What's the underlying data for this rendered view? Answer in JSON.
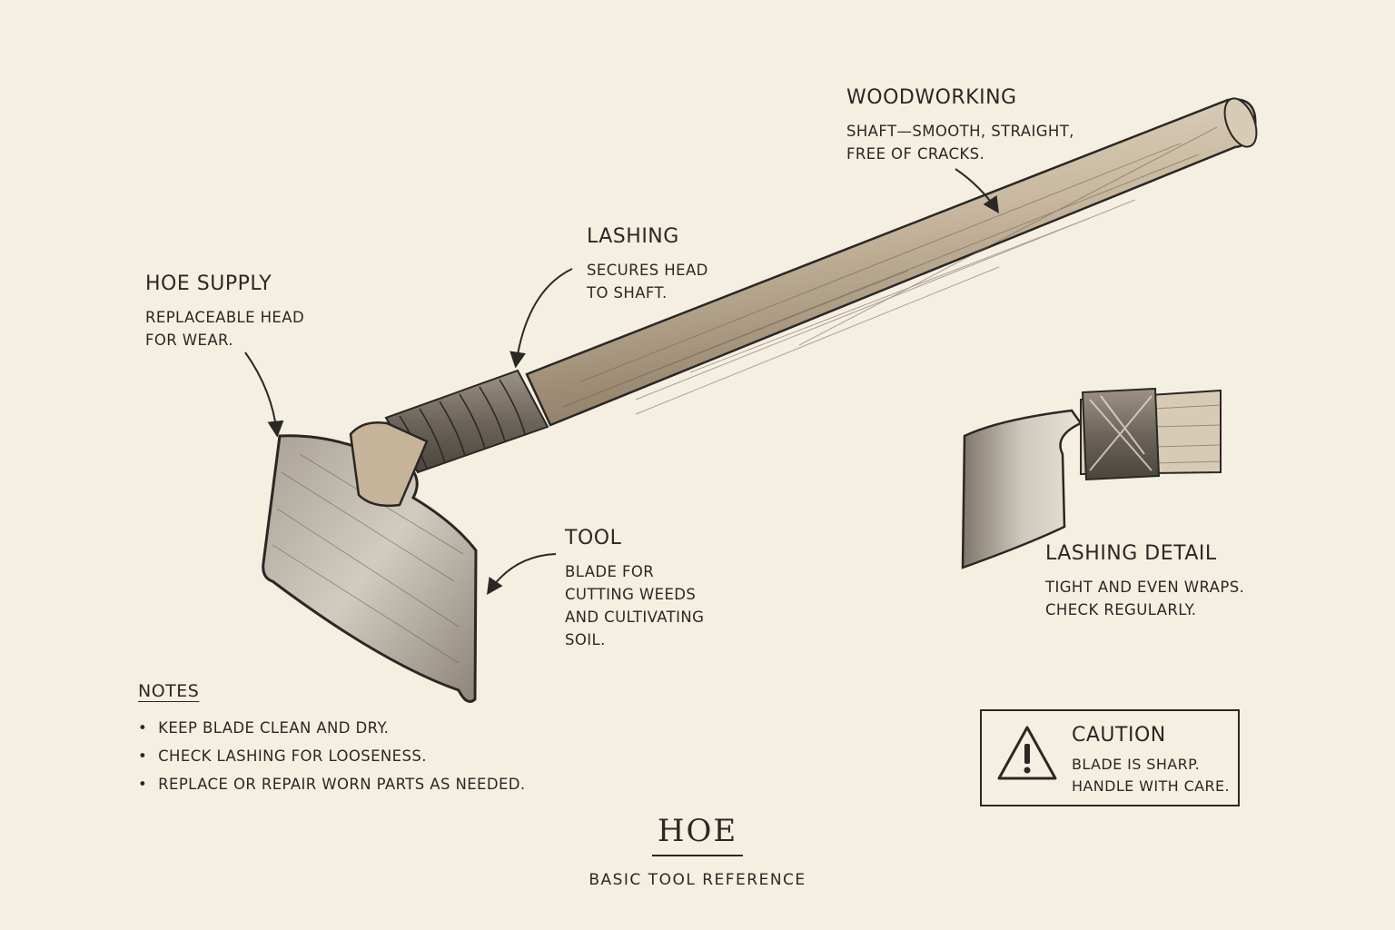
{
  "labels": {
    "woodworking": {
      "title": "WOODWORKING",
      "lines": [
        "SHAFT—SMOOTH, STRAIGHT,",
        "FREE OF CRACKS."
      ]
    },
    "lashing": {
      "title": "LASHING",
      "lines": [
        "SECURES HEAD",
        "TO SHAFT."
      ]
    },
    "hoe_supply": {
      "title": "HOE SUPPLY",
      "lines": [
        "REPLACEABLE HEAD",
        "FOR WEAR."
      ]
    },
    "tool": {
      "title": "TOOL",
      "lines": [
        "BLADE FOR",
        "CUTTING WEEDS",
        "AND CULTIVATING",
        "SOIL."
      ]
    },
    "lashing_detail": {
      "title": "LASHING DETAIL",
      "lines": [
        "TIGHT AND EVEN WRAPS.",
        "CHECK REGULARLY."
      ]
    }
  },
  "notes": {
    "title": "NOTES",
    "items": [
      "KEEP BLADE CLEAN AND DRY.",
      "CHECK LASHING FOR LOOSENESS.",
      "REPLACE OR REPAIR WORN PARTS AS NEEDED."
    ]
  },
  "caution": {
    "title": "CAUTION",
    "lines": [
      "BLADE IS SHARP.",
      "HANDLE WITH CARE."
    ],
    "icon": "warning-triangle-icon"
  },
  "title_block": {
    "title": "HOE",
    "subtitle": "BASIC TOOL REFERENCE"
  },
  "colors": {
    "paper": "#f5efe2",
    "ink": "#2a2825",
    "wood": "#b9a58a",
    "steel": "#8f877d"
  }
}
